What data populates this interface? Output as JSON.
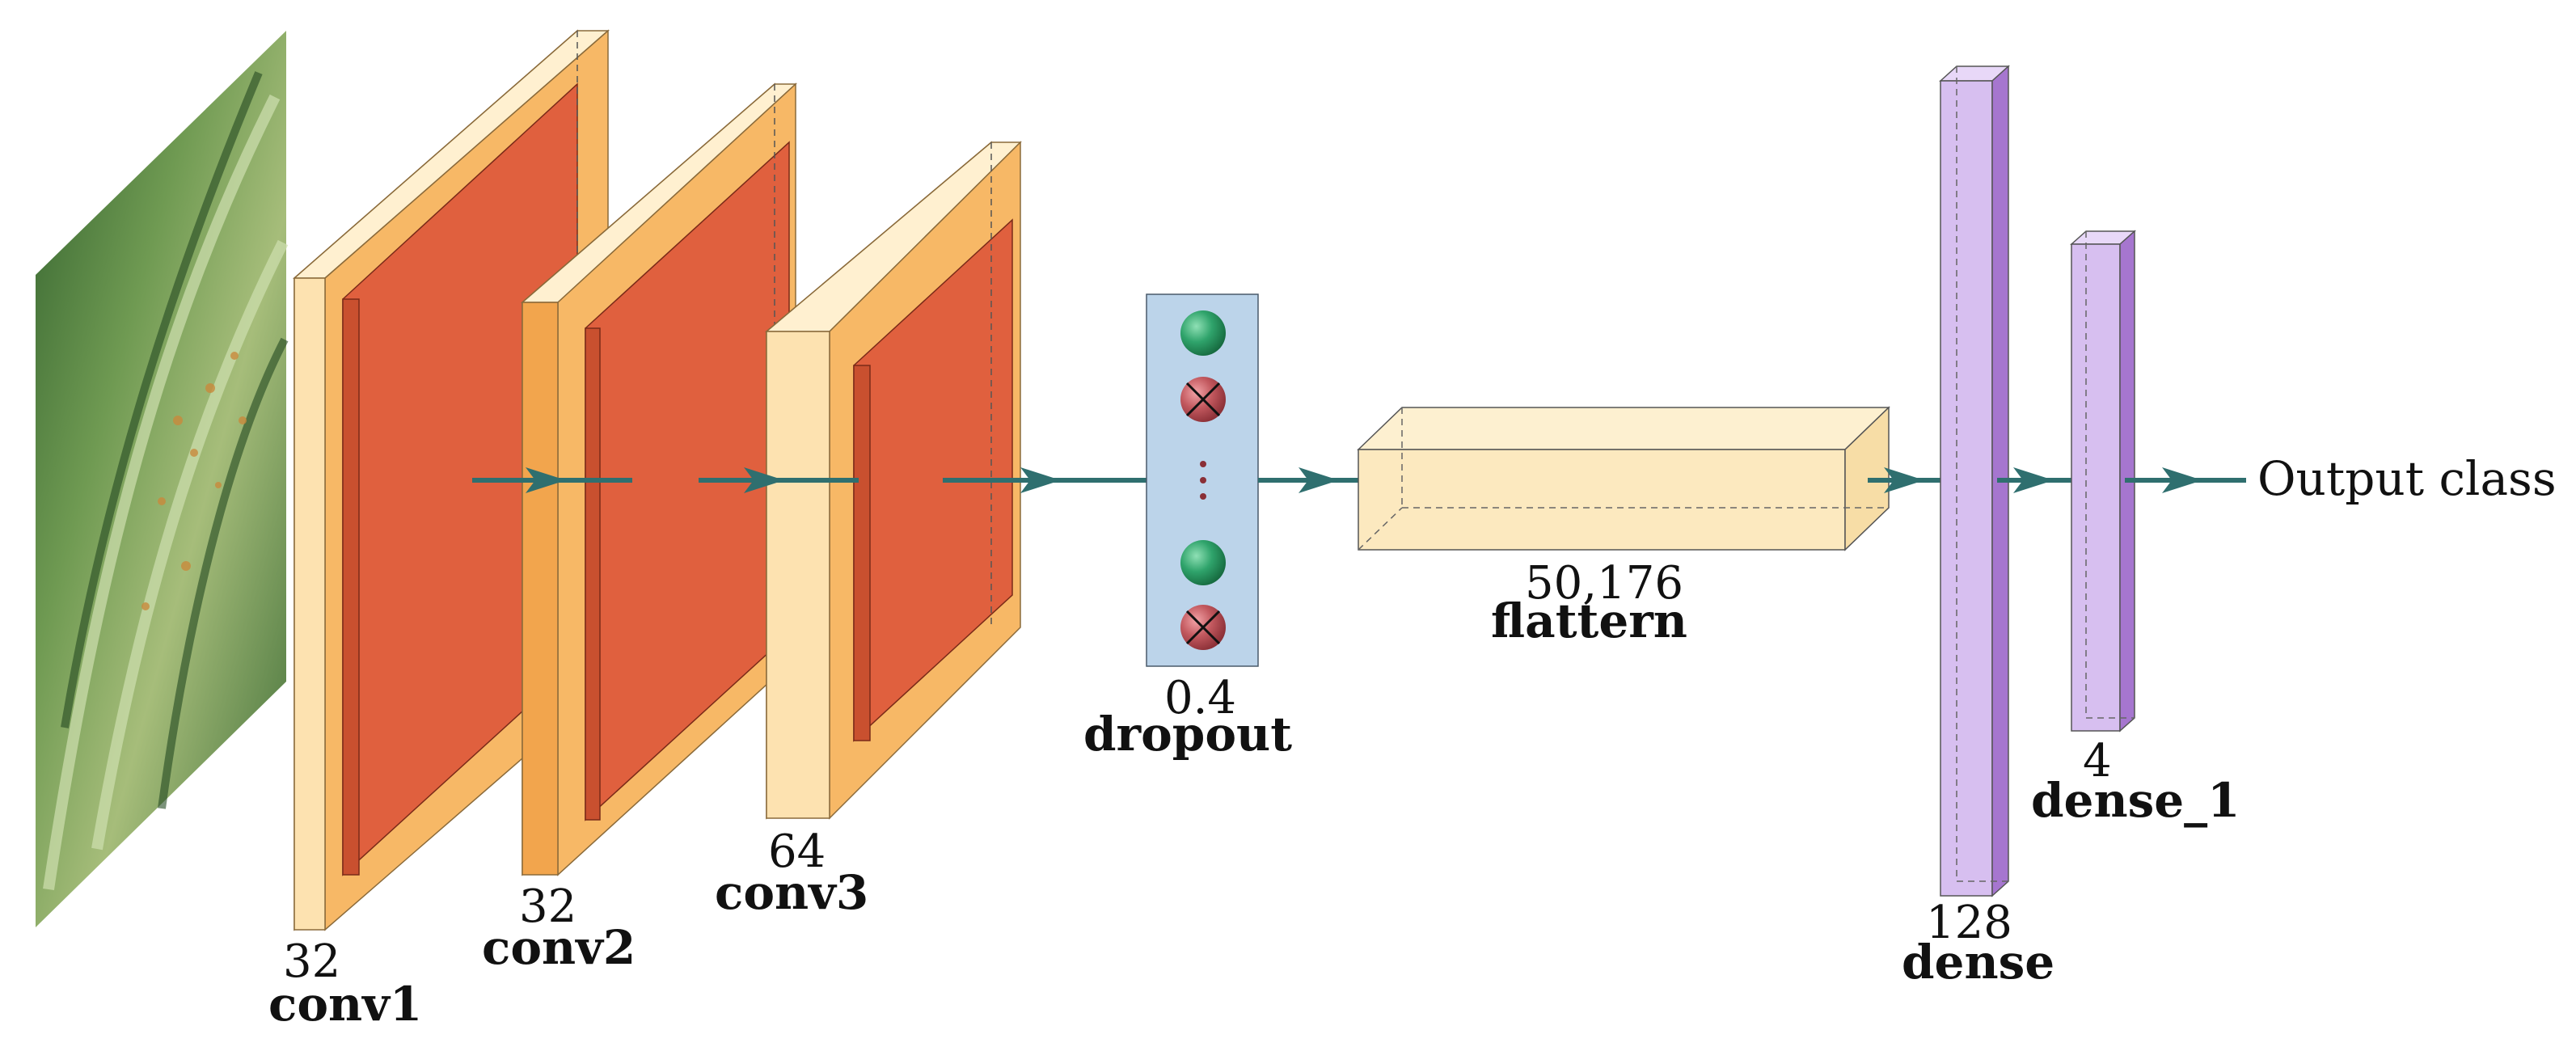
{
  "layers": {
    "conv1": {
      "size": "32",
      "name": "conv1"
    },
    "conv2": {
      "size": "32",
      "name": "conv2"
    },
    "conv3": {
      "size": "64",
      "name": "conv3"
    },
    "dropout": {
      "size": "0.4",
      "name": "dropout",
      "dots": "⋮"
    },
    "flatten": {
      "size": "50,176",
      "name": "flattern"
    },
    "dense": {
      "size": "128",
      "name": "dense"
    },
    "dense_1": {
      "size": "4",
      "name": "dense_1"
    }
  },
  "output": {
    "label": "Output class"
  },
  "colors": {
    "conv_outer": "#fde2b0",
    "conv_mid": "#f7b866",
    "conv_core": "#e0603e",
    "flatten_fill": "#fce9bf",
    "dropout_panel": "#bcd4ea",
    "neuron_active": "#2fa36b",
    "neuron_dropped": "#c2585e",
    "dense_fill": "#d7bff0",
    "dense_side": "#a676cf",
    "arrow": "#2f6f6f"
  }
}
